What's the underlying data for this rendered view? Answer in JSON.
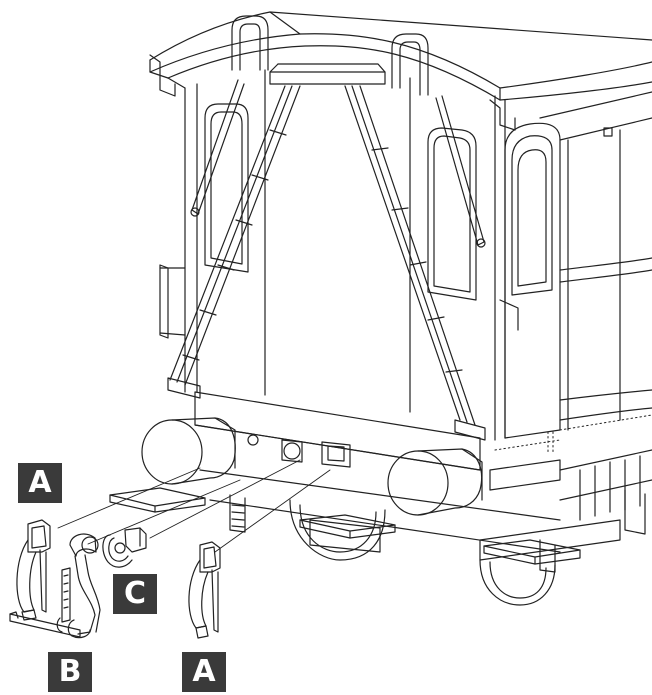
{
  "labels": {
    "a_top": "A",
    "b": "B",
    "c": "C",
    "a_bottom": "A"
  },
  "colors": {
    "line": "#222222",
    "label_background": "#3a3a3a",
    "label_text": "#ffffff",
    "background": "#ffffff"
  }
}
